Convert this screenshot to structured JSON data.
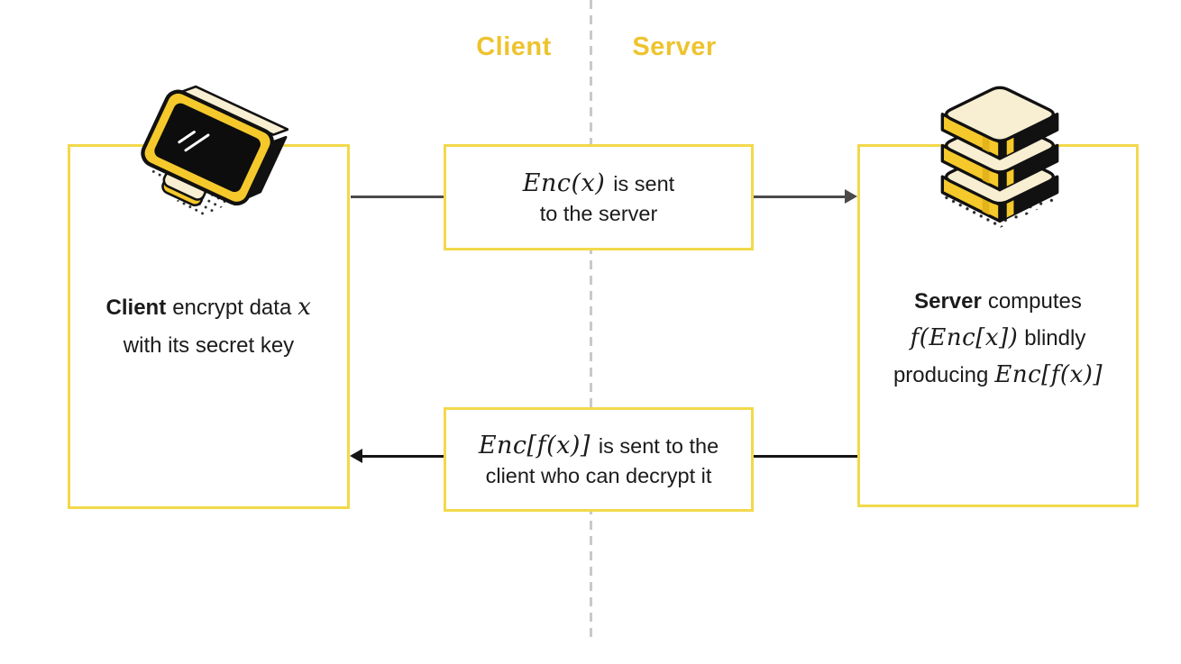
{
  "header": {
    "client_label": "Client",
    "server_label": "Server"
  },
  "client_box": {
    "bold": "Client",
    "text": "encrypt data",
    "math": "x",
    "line2": "with its secret key"
  },
  "server_box": {
    "bold": "Server",
    "text": "computes",
    "line2_math": "f(Enc[x])",
    "line2_text": "blindly",
    "line3_text": "producing",
    "line3_math": "Enc[f(x)]"
  },
  "flow_top": {
    "math": "Enc(x)",
    "text": "is sent",
    "line2": "to the server"
  },
  "flow_bottom": {
    "math": "Enc[f(x)]",
    "text": "is sent to the",
    "line2": "client who can decrypt it"
  },
  "icons": {
    "client": "monitor-icon",
    "server": "database-stack-icon"
  },
  "colors": {
    "gold_text": "#eec32e",
    "box_border": "#f2d94b",
    "icon_yellow": "#f5c92c",
    "icon_cream": "#f8eed2",
    "icon_black": "#111111",
    "arrow_gray": "#4a4a4a",
    "arrow_black": "#141414",
    "divider_gray": "#c9c9c9",
    "text": "#1b1b1b",
    "background": "#ffffff"
  }
}
